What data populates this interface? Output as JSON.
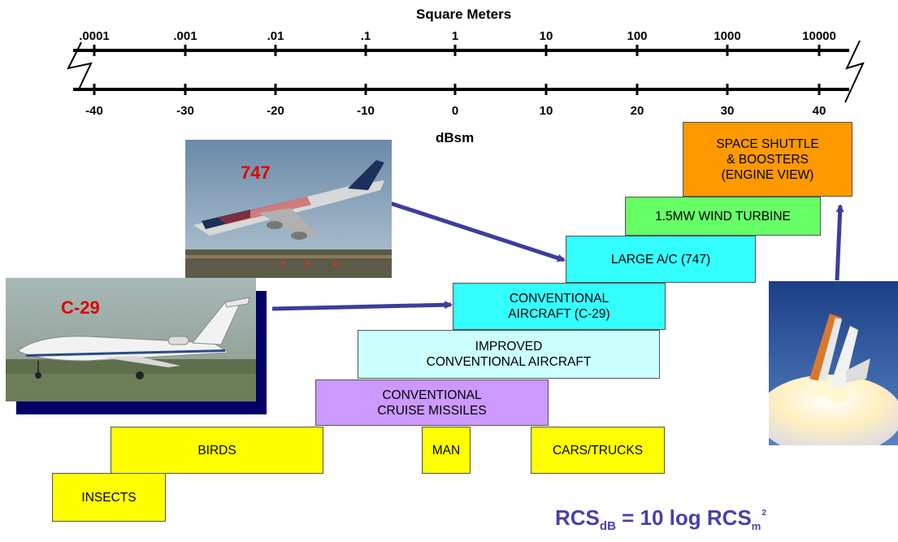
{
  "top_axis": {
    "title": "Square Meters",
    "ticks": [
      ".0001",
      ".001",
      ".01",
      ".1",
      "1",
      "10",
      "100",
      "1000",
      "10000"
    ]
  },
  "bottom_axis": {
    "title": "dBsm",
    "ticks": [
      "-40",
      "-30",
      "-20",
      "-10",
      "0",
      "10",
      "20",
      "30",
      "40"
    ]
  },
  "boxes": {
    "insects": "INSECTS",
    "birds": "BIRDS",
    "cruise": "CONVENTIONAL\nCRUISE MISSILES",
    "man": "MAN",
    "cars": "CARS/TRUCKS",
    "improved": "IMPROVED\nCONVENTIONAL AIRCRAFT",
    "conventional": "CONVENTIONAL\nAIRCRAFT (C-29)",
    "large": "LARGE A/C (747)",
    "turbine": "1.5MW WIND TURBINE",
    "shuttle": "SPACE SHUTTLE\n& BOOSTERS\n(ENGINE VIEW)"
  },
  "photos": {
    "b747_tag": "747",
    "c29_tag": "C-29"
  },
  "formula": {
    "rcs": "RCS",
    "sub_db": "dB",
    "eq": " = 10 log RCS",
    "sub_m": "m",
    "sup_2": "2"
  },
  "colors": {
    "yellow": "#ffff00",
    "lavender": "#cc99ff",
    "light_cyan": "#ccffff",
    "cyan": "#33ffff",
    "green": "#66ff66",
    "orange": "#ff9900",
    "arrow": "#3d3d9e",
    "tag_red": "#e00000",
    "formula": "#4a40a6"
  }
}
